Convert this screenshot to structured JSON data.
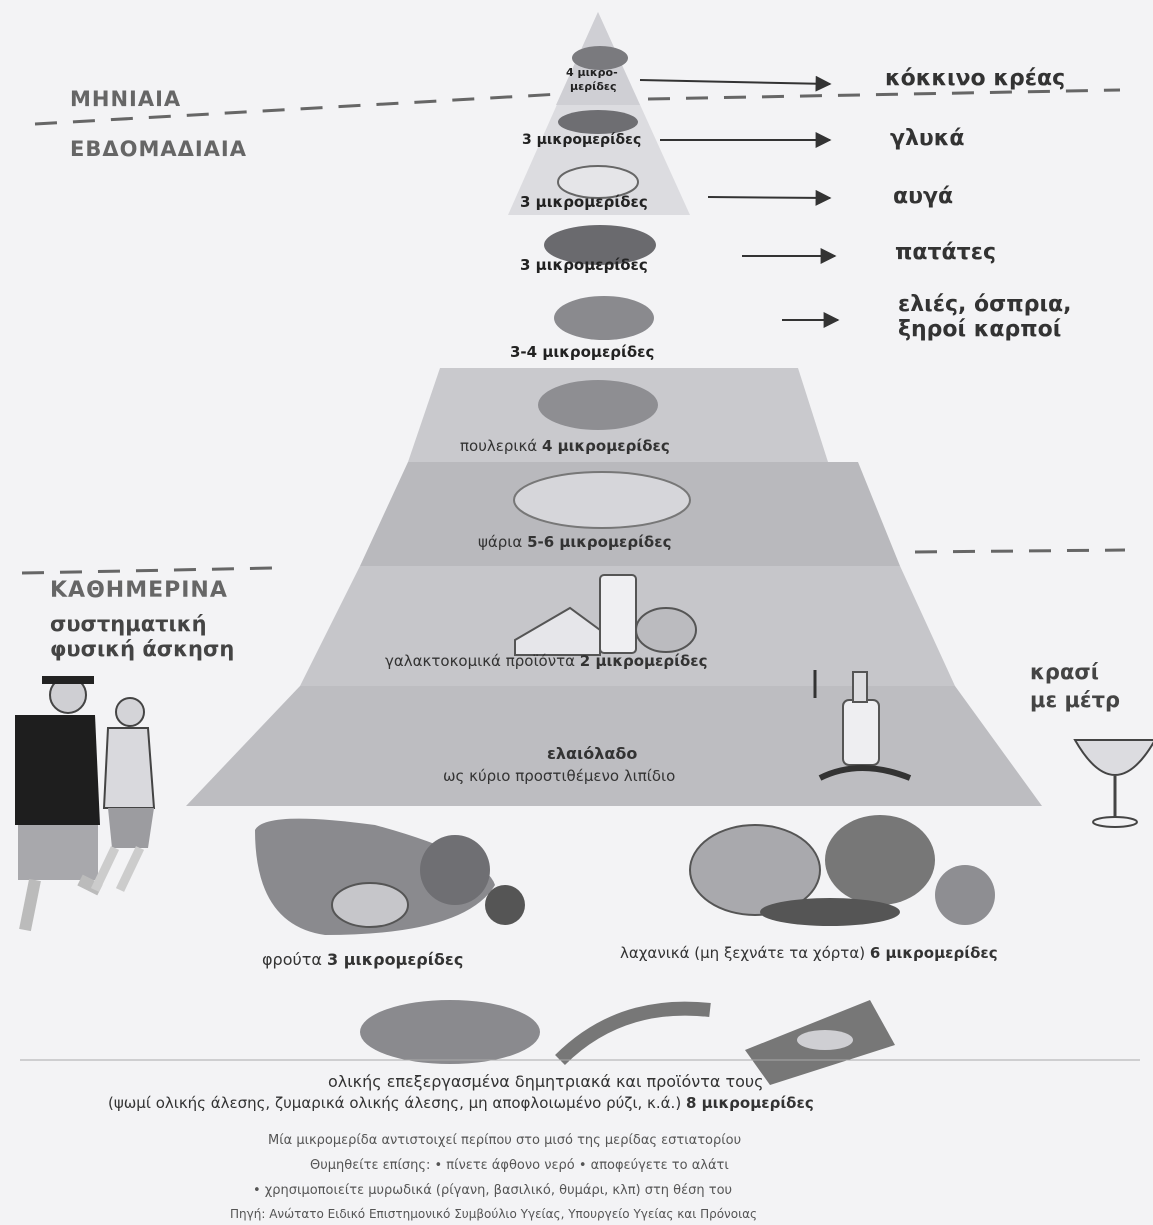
{
  "sections": {
    "monthly": "ΜΗΝΙΑΙΑ",
    "weekly": "ΕΒΔΟΜΑΔΙΑΙΑ",
    "daily": "ΚΑΘΗΜΕΡΙΝΑ",
    "exercise_line1": "συστηματική",
    "exercise_line2": "φυσική άσκηση"
  },
  "tiers": [
    {
      "servings": "4 μικρο-",
      "servings2": "μερίδες",
      "item": "κόκκινο κρέας"
    },
    {
      "servings": "3 μικρομερίδες",
      "item": "γλυκά"
    },
    {
      "servings": "3 μικρομερίδες",
      "item": "αυγά"
    },
    {
      "servings": "3 μικρομερίδες",
      "item": "πατάτες"
    },
    {
      "servings": "3-4 μικρομερίδες",
      "item_line1": "ελιές, όσπρια,",
      "item_line2": "ξηροί καρποί"
    }
  ],
  "band_poultry": {
    "food": "πουλερικά",
    "servings": "4 μικρομερίδες"
  },
  "band_fish": {
    "food": "ψάρια",
    "servings": "5-6 μικρομερίδες"
  },
  "band_dairy": {
    "food": "γαλακτοκομικά προϊόντα",
    "servings": "2 μικρομερίδες"
  },
  "band_oil": {
    "line1": "ελαιόλαδο",
    "line2": "ως κύριο προστιθέμενο λιπίδιο"
  },
  "wine": {
    "line1": "κρασί",
    "line2": "με μέτρ"
  },
  "fruits": {
    "food": "φρούτα",
    "servings": "3 μικρομερίδες"
  },
  "vegetables": {
    "food": "λαχανικά (μη ξεχνάτε τα χόρτα)",
    "servings": "6 μικρομερίδες"
  },
  "grains": {
    "line1": "ολικής επεξεργασμένα δημητριακά και προϊόντα τους",
    "line2": "(ψωμί ολικής άλεσης, ζυμαρικά ολικής άλεσης, μη αποφλοιωμένο ρύζι, κ.ά.)",
    "servings": "8 μικρομερίδες"
  },
  "footnotes": [
    "Μία μικρομερίδα αντιστοιχεί περίπου στο μισό της μερίδας εστιατορίου",
    "Θυμηθείτε επίσης: • πίνετε άφθονο νερό • αποφεύγετε το αλάτι",
    "• χρησιμοποιείτε μυρωδικά (ρίγανη, βασιλικό, θυμάρι, κλπ) στη θέση του",
    "Πηγή: Ανώτατο Ειδικό Επιστημονικό Συμβούλιο Υγείας, Υπουργείο Υγείας και Πρόνοιας"
  ]
}
